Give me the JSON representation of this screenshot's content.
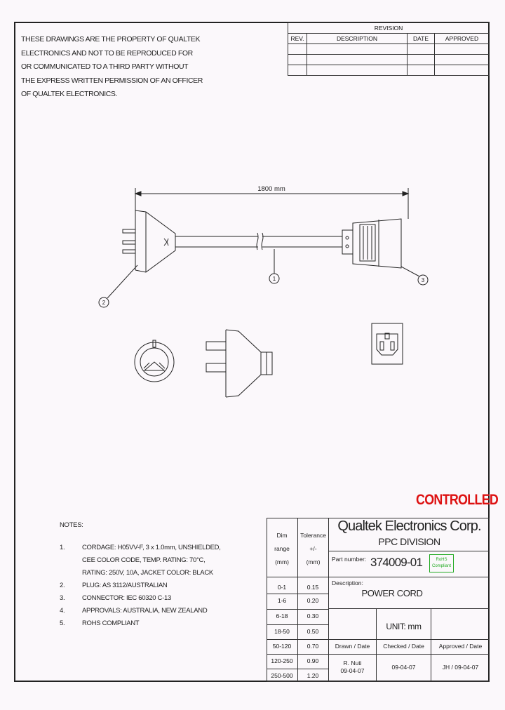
{
  "property_notice": [
    "THESE DRAWINGS ARE THE PROPERTY OF QUALTEK",
    "ELECTRONICS AND NOT TO BE REPRODUCED FOR",
    "OR COMMUNICATED TO A THIRD PARTY WITHOUT",
    "THE EXPRESS WRITTEN PERMISSION OF AN OFFICER",
    "OF QUALTEK ELECTRONICS."
  ],
  "revision_table": {
    "title": "REVISION",
    "headers": [
      "REV.",
      "DESCRIPTION",
      "DATE",
      "APPROVED"
    ],
    "rows": 3
  },
  "drawing": {
    "length_label": "1800 mm",
    "callouts": [
      "1",
      "2",
      "3"
    ]
  },
  "controlled": "CONTROLLED",
  "notes": {
    "title": "NOTES:",
    "items": [
      {
        "num": "1.",
        "lines": [
          "CORDAGE: H05VV-F, 3 x 1.0mm, UNSHIELDED,",
          "CEE COLOR CODE, TEMP. RATING: 70°C,",
          "RATING: 250V, 10A, JACKET COLOR: BLACK"
        ]
      },
      {
        "num": "2.",
        "lines": [
          "PLUG: AS 3112/AUSTRALIAN"
        ]
      },
      {
        "num": "3.",
        "lines": [
          "CONNECTOR: IEC 60320 C-13"
        ]
      },
      {
        "num": "4.",
        "lines": [
          "APPROVALS: AUSTRALIA, NEW ZEALAND"
        ]
      },
      {
        "num": "5.",
        "lines": [
          "ROHS COMPLIANT"
        ]
      }
    ]
  },
  "tolerance": {
    "header_dim": [
      "Dim",
      "range",
      "(mm)"
    ],
    "header_tol": [
      "Tolerance",
      "+/-",
      "(mm)"
    ],
    "rows": [
      [
        "0-1",
        "0.15"
      ],
      [
        "1-6",
        "0.20"
      ],
      [
        "6-18",
        "0.30"
      ],
      [
        "18-50",
        "0.50"
      ],
      [
        "50-120",
        "0.70"
      ],
      [
        "120-250",
        "0.90"
      ],
      [
        "250-500",
        "1.20"
      ]
    ]
  },
  "title_block": {
    "company": "Qualtek Electronics Corp.",
    "division": "PPC DIVISION",
    "part_number_label": "Part number:",
    "part_number": "374009-01",
    "rohs_badge": [
      "RoHS",
      "Compliant"
    ],
    "description_label": "Description:",
    "description": "POWER CORD",
    "unit": "UNIT: mm",
    "drawn_label": "Drawn / Date",
    "checked_label": "Checked / Date",
    "approved_label": "Approved / Date",
    "drawn_value": [
      "R. Nuti",
      "09-04-07"
    ],
    "checked_value": "09-04-07",
    "approved_value": "JH / 09-04-07"
  }
}
